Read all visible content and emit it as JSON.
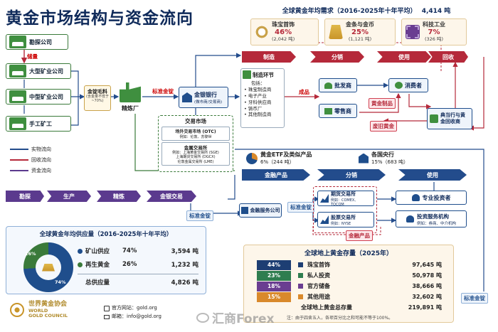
{
  "title": "黄金市场结构与资金流向",
  "colors": {
    "flow_physical": "#234c8c",
    "flow_recycle": "#b5293a",
    "flow_capital": "#5b3a8e",
    "supply_mine": "#1f4e8c",
    "supply_recycle": "#3a7a3a"
  },
  "supply_chain": {
    "exploration": "勘探公司",
    "reserve_tag": "储量",
    "large_mines": "大型矿业公司",
    "medium_mines": "中型矿业公司",
    "artisanal": "手工矿工",
    "dore": {
      "label": "金锭毛料",
      "note": "(含金量不低于~70%)"
    },
    "refinery": "精炼厂",
    "standard_bar_tag": "标准金锭",
    "bank": {
      "label": "金银银行",
      "note": "(做市商/交易商)"
    },
    "finished_tag": "成品"
  },
  "exchange_market": {
    "title": "交易市场",
    "otc": {
      "label": "场外交易市场 (OTC)",
      "sub": "例如：伦敦、苏黎世"
    },
    "exchanges": {
      "label": "金属交易所",
      "lines": [
        "例如：上海黄金交易所 (SGE)",
        "上海期货交易所 (DGCX)",
        "伦敦金属交易所 (LME)"
      ]
    }
  },
  "demand": {
    "title": "全球黄金年均需求（2016-2025年十年平均）",
    "total": "4,414 吨",
    "cards": [
      {
        "label": "珠宝首饰",
        "pct": "46%",
        "sub": "(2,042 吨)",
        "icon": "ring-icon"
      },
      {
        "label": "金条与金币",
        "pct": "25%",
        "sub": "(1,121 吨)",
        "icon": "gold-bar-icon"
      },
      {
        "label": "科技工业",
        "pct": "7%",
        "sub": "(326 吨)",
        "icon": "chip-icon"
      }
    ],
    "chain": [
      "制造",
      "分销",
      "使用",
      "回收"
    ]
  },
  "manufacturing": {
    "title": "制造环节",
    "includes": "包括：",
    "items": [
      "珠宝制造商",
      "电子产业",
      "牙科供应商",
      "铸币厂",
      "其他制造商"
    ]
  },
  "distribution": {
    "wholesale": "批发商",
    "retail": "零售商",
    "consumer": "消费者",
    "gold_products_tag": "黄金制品",
    "scrap_tag": "废旧黄金",
    "pawn": "典当行与黄金回收商"
  },
  "etf": {
    "label": "黄金ETF及类似产品",
    "value": "6%（244 吨）"
  },
  "central_banks": {
    "label": "各国央行",
    "value": "15%（683 吨）"
  },
  "financial_chain": [
    "金融产品",
    "分销",
    "使用"
  ],
  "bottom_chain": [
    "勘探",
    "生产",
    "精炼",
    "金银交易"
  ],
  "financial_services": {
    "std_tag_left": "标准金锭",
    "std_tag_right": "标准金锭",
    "services": "金融服务公司",
    "futures": {
      "label": "期货交易所",
      "sub": "例如：COMEX、TOCOM"
    },
    "stocks": {
      "label": "股票交易所",
      "sub": "例如：NYSE"
    },
    "fin_products_tag": "金融产品",
    "investors": "专业投资者",
    "institutions": {
      "label": "投资服务机构",
      "sub": "例如：券商、中介机构"
    },
    "std_tag_vertical": "标准金锭"
  },
  "legend": [
    {
      "label": "实物流向",
      "color": "#234c8c"
    },
    {
      "label": "回收流向",
      "color": "#b5293a"
    },
    {
      "label": "资金流向",
      "color": "#5b3a8e"
    }
  ],
  "supply": {
    "title": "全球黄金年均供应量（2016-2025年十年平均）",
    "mine": {
      "label": "矿山供应",
      "pct": "74%",
      "value": "3,594 吨",
      "share": 0.74
    },
    "recycle": {
      "label": "再生黄金",
      "pct": "26%",
      "value": "1,232 吨",
      "share": 0.26
    },
    "total_label": "总供应量",
    "total_value": "4,826 吨",
    "donut_inner_pct": "26%",
    "donut_outer_pct": "74%"
  },
  "stock": {
    "title": "全球地上黄金存量（2025年）",
    "rows": [
      {
        "pct": "44%",
        "label": "珠宝首饰",
        "value": "97,645 吨",
        "color": "#1d3e73"
      },
      {
        "pct": "23%",
        "label": "私人投资",
        "value": "50,978 吨",
        "color": "#2e7d4f"
      },
      {
        "pct": "18%",
        "label": "官方储备",
        "value": "38,666 吨",
        "color": "#6a3d91"
      },
      {
        "pct": "15%",
        "label": "其他用途",
        "value": "32,602 吨",
        "color": "#d9892b"
      }
    ],
    "total_label": "全球地上黄金总存量",
    "total_value": "219,891 吨",
    "footnote": "注：由于四舍五入，各项百分比之和可能不等于100%。"
  },
  "footer": {
    "org_cn": "世界黄金协会",
    "org_en1": "WORLD",
    "org_en2": "GOLD COUNCIL",
    "site_label": "官方网站：gold.org",
    "mail_label": "邮箱：info@gold.org",
    "watermark": "汇商Forex"
  }
}
